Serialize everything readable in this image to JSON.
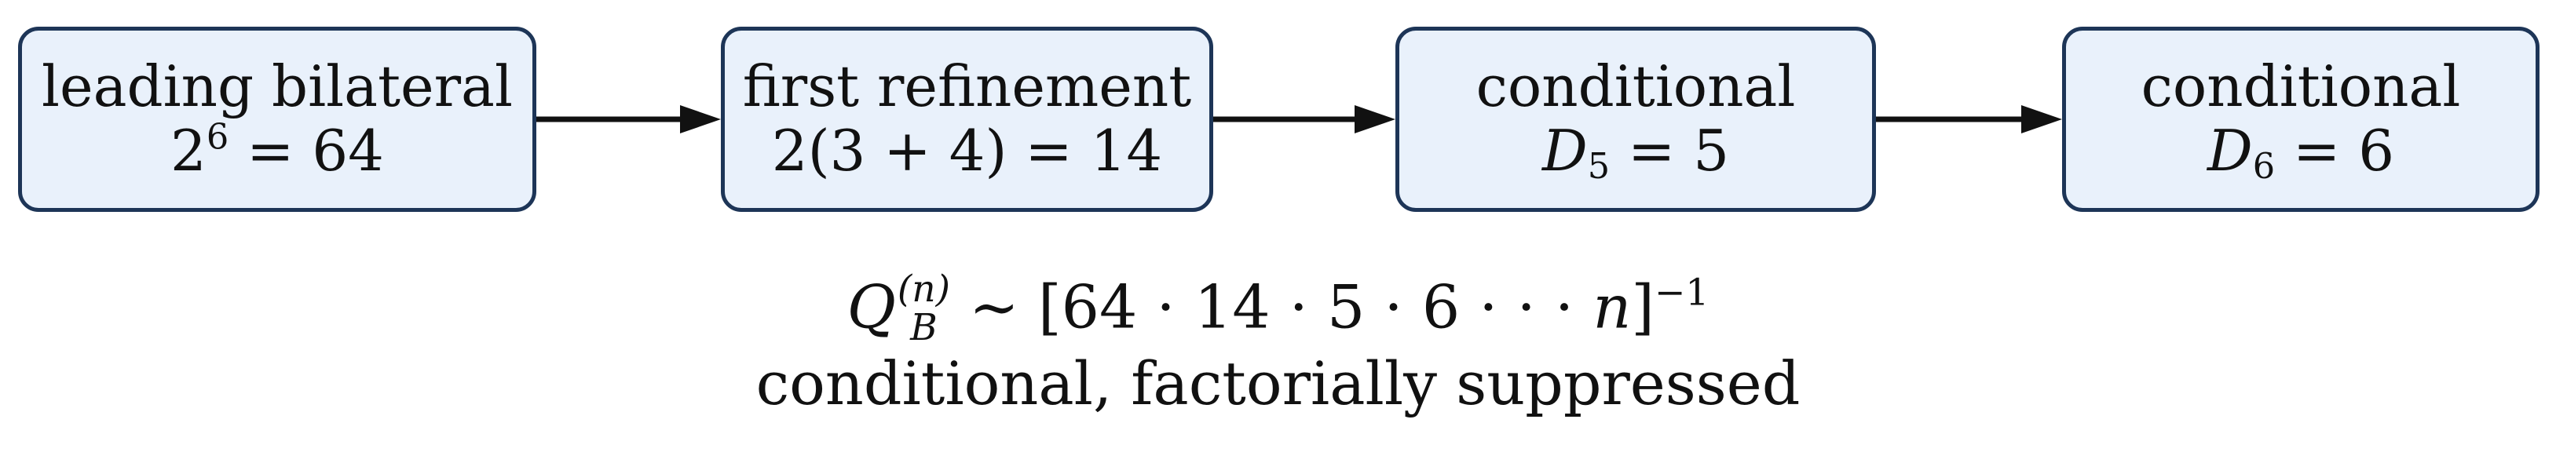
{
  "colors": {
    "node_fill": "#e9f1fb",
    "node_border": "#1d3557",
    "arrow": "#111111",
    "text": "#111111"
  },
  "nodes": [
    {
      "label": "leading bilateral",
      "formula": {
        "base": "2",
        "exponent": "6",
        "rest": " = 64"
      }
    },
    {
      "label": "first refinement",
      "formula": {
        "text": "2(3 + 4) = 14"
      }
    },
    {
      "label": "conditional",
      "formula": {
        "symbol": "D",
        "subscript": "5",
        "rest": " = 5"
      }
    },
    {
      "label": "conditional",
      "formula": {
        "symbol": "D",
        "subscript": "6",
        "rest": " = 6"
      }
    }
  ],
  "summary": {
    "formula": {
      "symbol": "Q",
      "superscript": "(n)",
      "subscript": "B",
      "relation": " ∼ [64 · 14 · 5 · 6 · · · ",
      "variable": "n",
      "close": "]",
      "exponent": "−1"
    },
    "caption": "conditional, factorially suppressed"
  }
}
